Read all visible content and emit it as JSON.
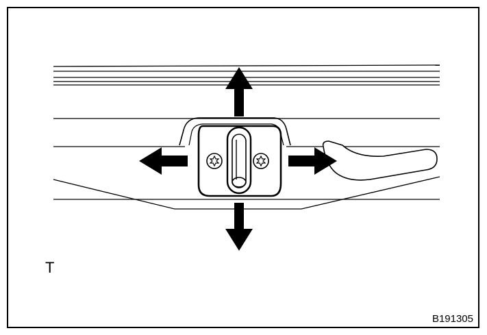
{
  "labels": {
    "corner_letter": "T",
    "figure_code": "B191305"
  },
  "colors": {
    "ink": "#000000",
    "paper": "#ffffff",
    "panel_fill": "#ffffff"
  },
  "parts": {
    "striker": {
      "screws": 2,
      "icon": "torx-screw-icon"
    },
    "arrows": {
      "directions": [
        "up",
        "down",
        "left",
        "right"
      ],
      "icon": "arrow-icon"
    }
  }
}
